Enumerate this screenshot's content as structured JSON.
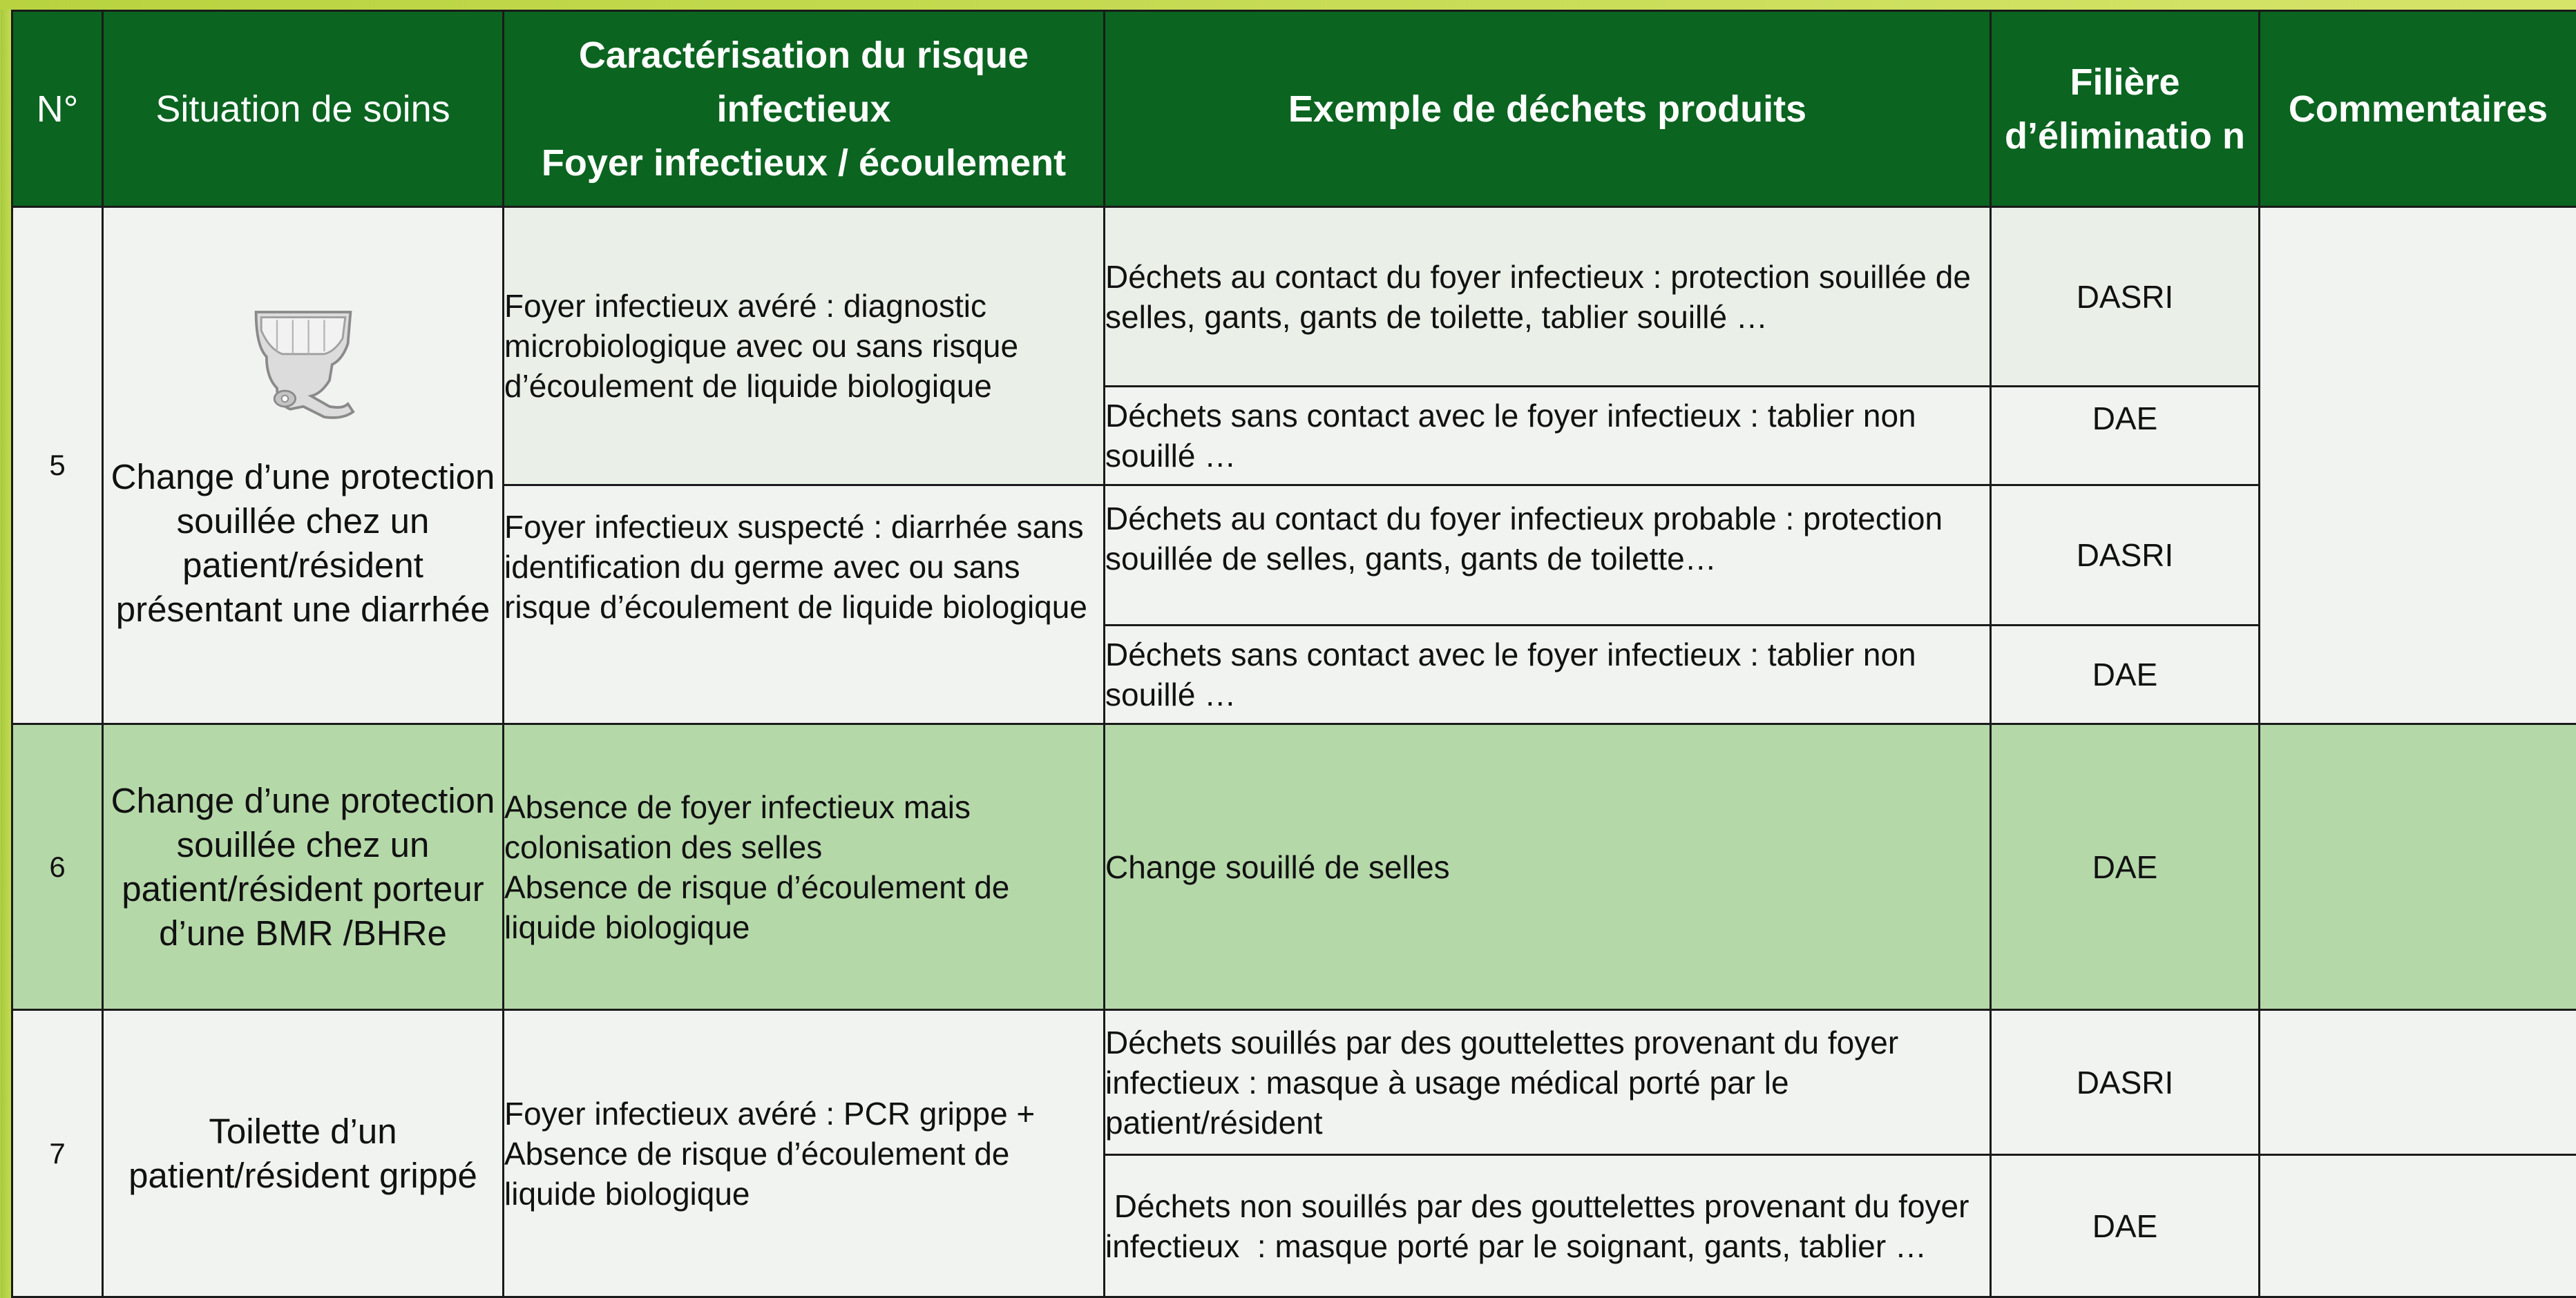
{
  "headers": {
    "num": "N°",
    "situation": "Situation de soins",
    "caracterisation": "Caractérisation du risque infectieux\nFoyer infectieux / écoulement",
    "exemple": "Exemple de déchets produits",
    "filiere": "Filière d’éliminatio n",
    "commentaires": "Commentaires"
  },
  "rows": [
    {
      "num": "5",
      "icon": "diaper-icon",
      "situation": "Change d’une protection souillée chez un patient/résident présentant une diarrhée",
      "groups": [
        {
          "caracterisation": "Foyer infectieux avéré : diagnostic microbiologique avec ou sans risque d’écoulement de liquide biologique",
          "items": [
            {
              "exemple": "Déchets au contact du foyer infectieux : protection souillée de selles, gants, gants de toilette, tablier souillé …",
              "filiere": "DASRI"
            },
            {
              "exemple": "Déchets sans contact avec le foyer infectieux : tablier non souillé …",
              "filiere": "DAE"
            }
          ]
        },
        {
          "caracterisation": "Foyer infectieux suspecté : diarrhée sans identification du germe avec ou sans risque d’écoulement de liquide biologique",
          "items": [
            {
              "exemple": "Déchets au contact du foyer infectieux probable : protection souillée de selles, gants, gants de toilette…",
              "filiere": "DASRI"
            },
            {
              "exemple": "Déchets sans contact avec le foyer infectieux : tablier non souillé …",
              "filiere": "DAE"
            }
          ]
        }
      ],
      "commentaires": ""
    },
    {
      "num": "6",
      "situation": "Change d’une protection souillée chez un patient/résident porteur d’une BMR /BHRe",
      "caracterisation": "Absence de foyer infectieux mais colonisation des selles\nAbsence de risque d’écoulement de liquide biologique",
      "exemple": "Change souillé de selles",
      "filiere": "DAE",
      "commentaires": ""
    },
    {
      "num": "7",
      "situation": "Toilette d’un patient/résident grippé",
      "caracterisation": "Foyer infectieux avéré : PCR grippe + Absence de risque d’écoulement de liquide biologique",
      "items": [
        {
          "exemple": "Déchets souillés par des gouttelettes provenant du foyer infectieux : masque à usage médical porté par le patient/résident",
          "filiere": "DASRI",
          "commentaires": ""
        },
        {
          "exemple": " Déchets non souillés par des gouttelettes provenant du foyer infectieux  : masque porté par le soignant, gants, tablier …",
          "filiere": "DAE",
          "commentaires": ""
        }
      ]
    }
  ]
}
